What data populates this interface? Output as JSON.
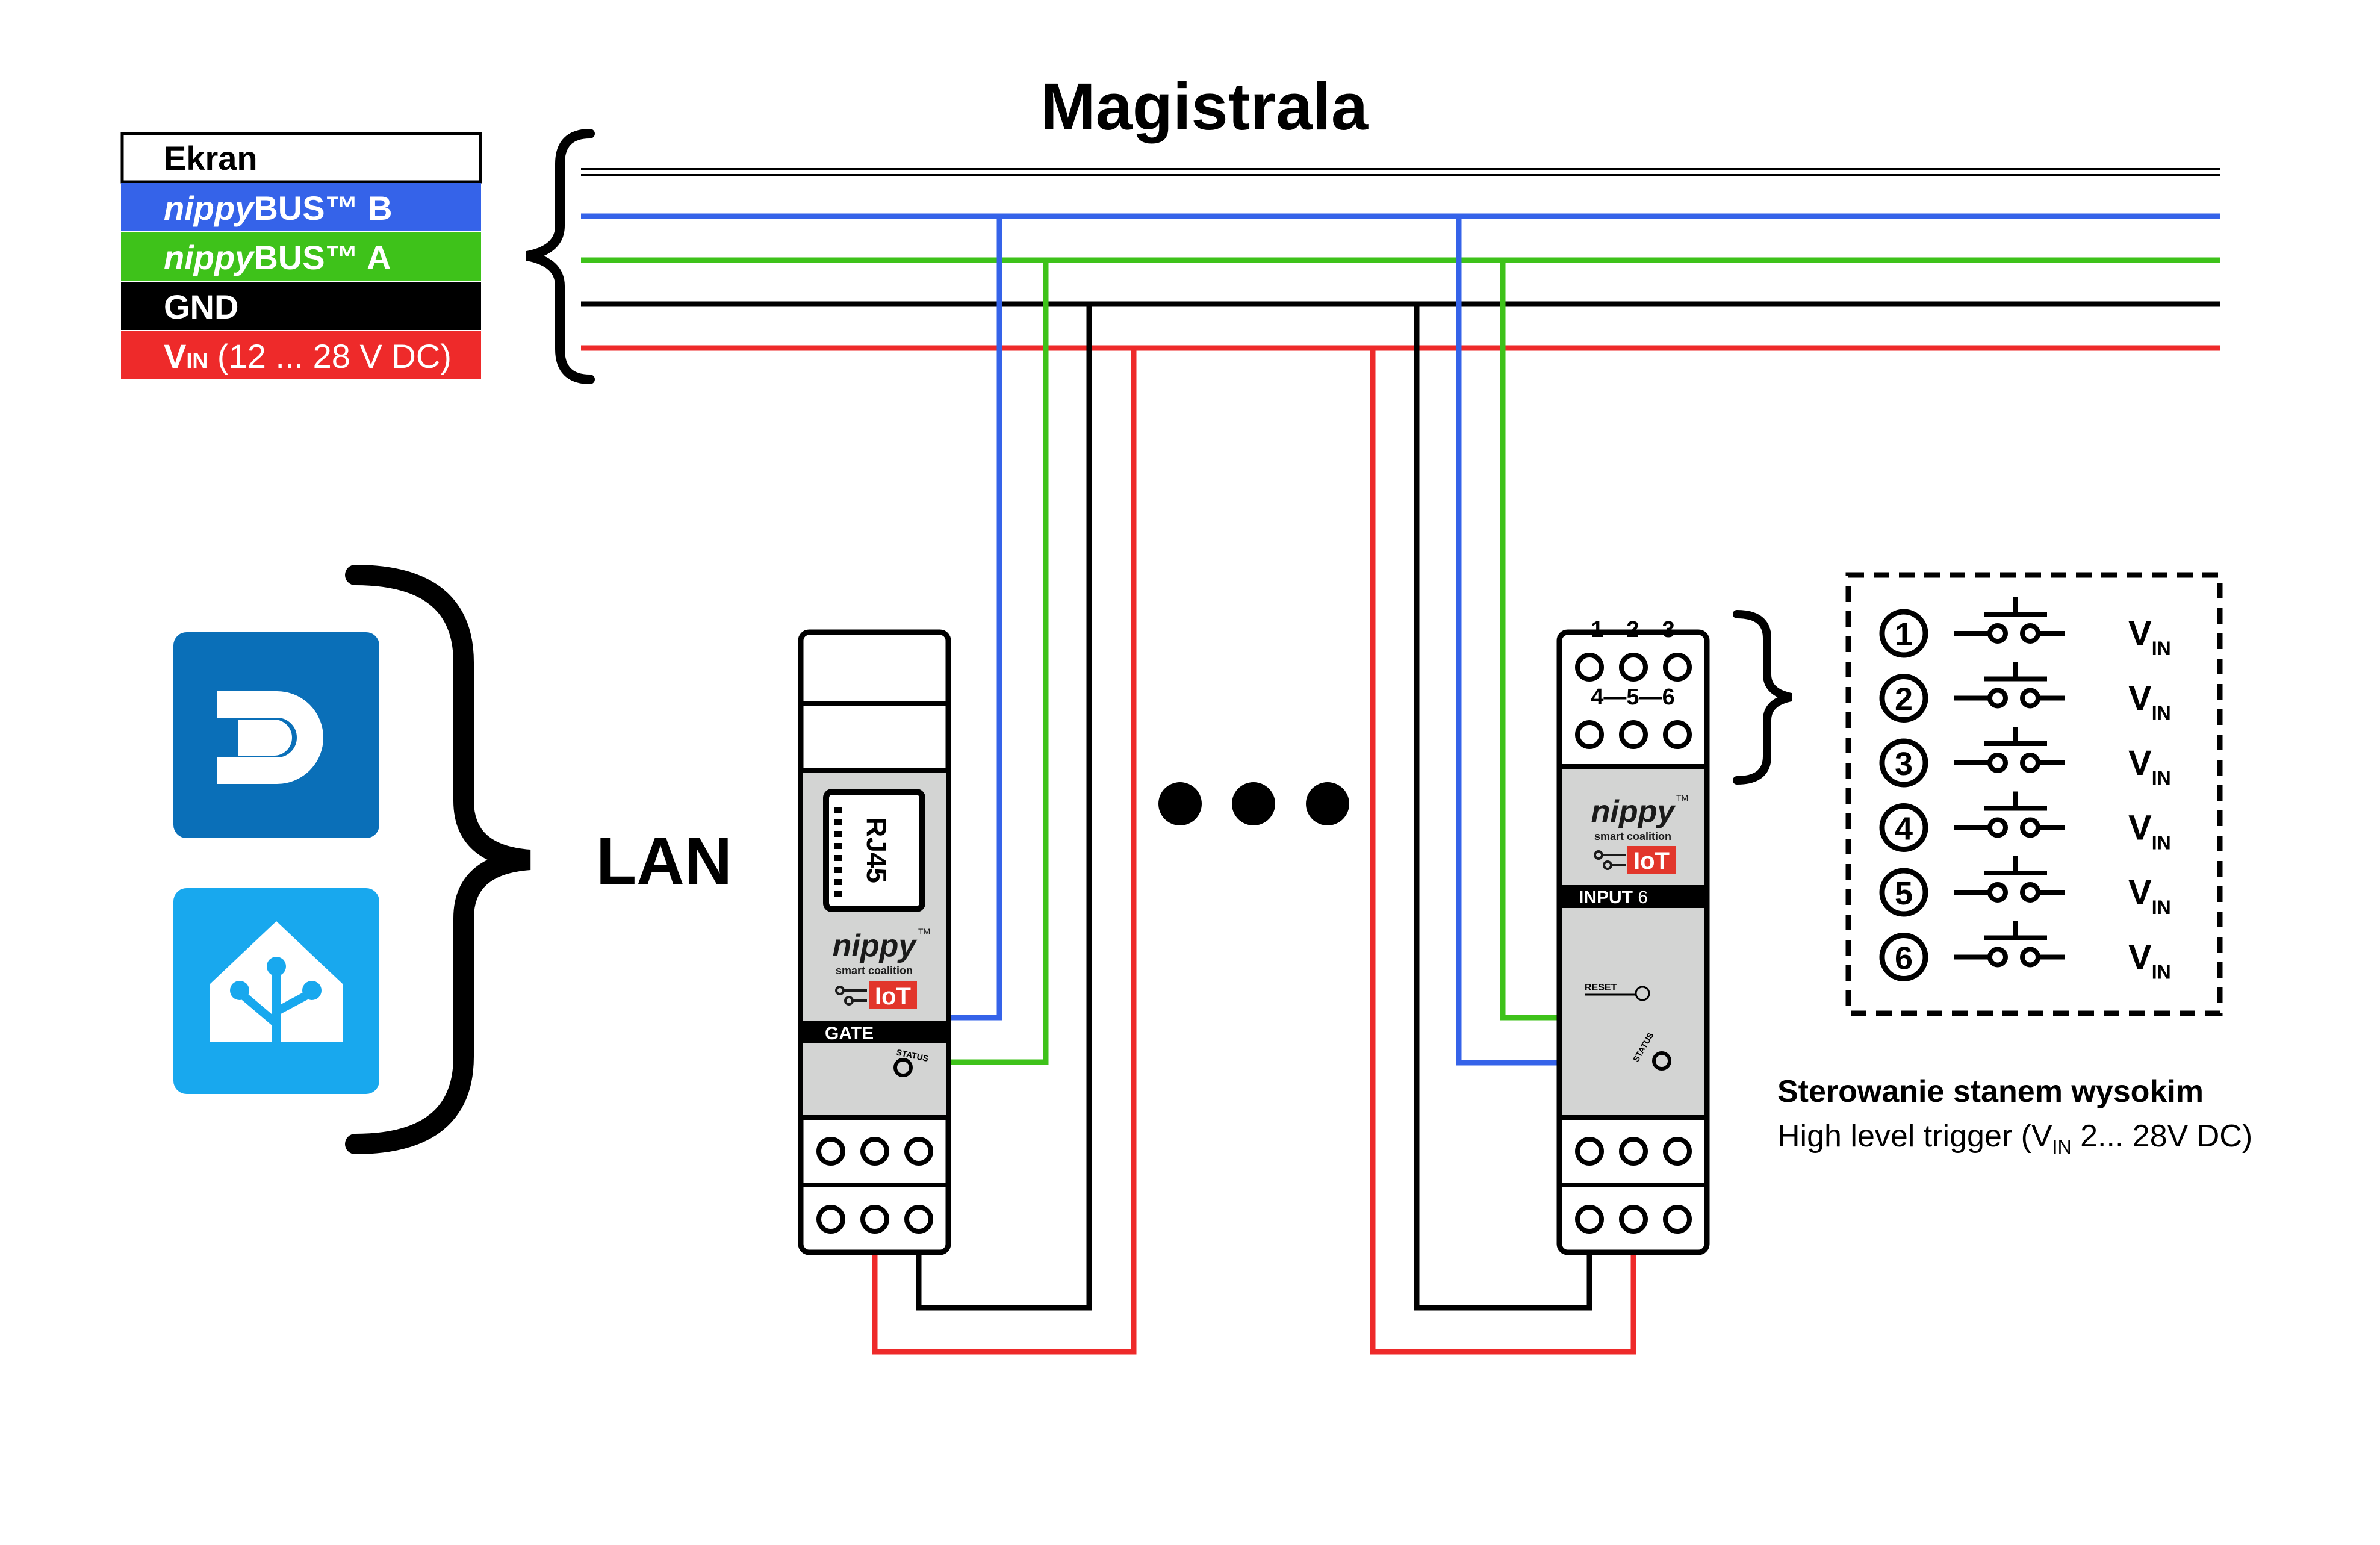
{
  "title": "Magistrala",
  "legend": {
    "ekran": "Ekran",
    "bus_b_prefix": "nippy",
    "bus_b_suffix": "BUS™ B",
    "bus_a_prefix": "nippy",
    "bus_a_suffix": "BUS™ A",
    "gnd": "GND",
    "vin_v": "V",
    "vin_sub": "IN",
    "vin_range": " (12 ... 28 V DC)"
  },
  "colors": {
    "blue": "#3563e9",
    "green": "#3ec21a",
    "black": "#000000",
    "red": "#ee2a2a",
    "device_gray": "#d3d4d3",
    "iot_red": "#e2362b",
    "hass_blue": "#18a8ee",
    "domoticz_blue": "#0a6fb8"
  },
  "icons": [
    "domoticz-icon",
    "home-assistant-icon"
  ],
  "lan_label": "LAN",
  "gate": {
    "rj45": "RJ45",
    "brand": "nippy",
    "tm": "TM",
    "coalition": "smart coalition",
    "iot": "IoT",
    "model": "GATE",
    "status": "STATUS"
  },
  "input6": {
    "terminals_top": "1—2—3",
    "terminals_mid": "4—5—6",
    "brand": "nippy",
    "tm": "TM",
    "coalition": "smart coalition",
    "iot": "IoT",
    "model": "INPUT",
    "model_num": "6",
    "reset": "RESET",
    "status": "STATUS"
  },
  "inputs": [
    {
      "num": "1",
      "v": "V",
      "sub": "IN"
    },
    {
      "num": "2",
      "v": "V",
      "sub": "IN"
    },
    {
      "num": "3",
      "v": "V",
      "sub": "IN"
    },
    {
      "num": "4",
      "v": "V",
      "sub": "IN"
    },
    {
      "num": "5",
      "v": "V",
      "sub": "IN"
    },
    {
      "num": "6",
      "v": "V",
      "sub": "IN"
    }
  ],
  "caption": {
    "line1": "Sterowanie stanem wysokim",
    "line2_a": "High level trigger (V",
    "line2_sub": "IN",
    "line2_b": " 2... 28V DC)"
  }
}
